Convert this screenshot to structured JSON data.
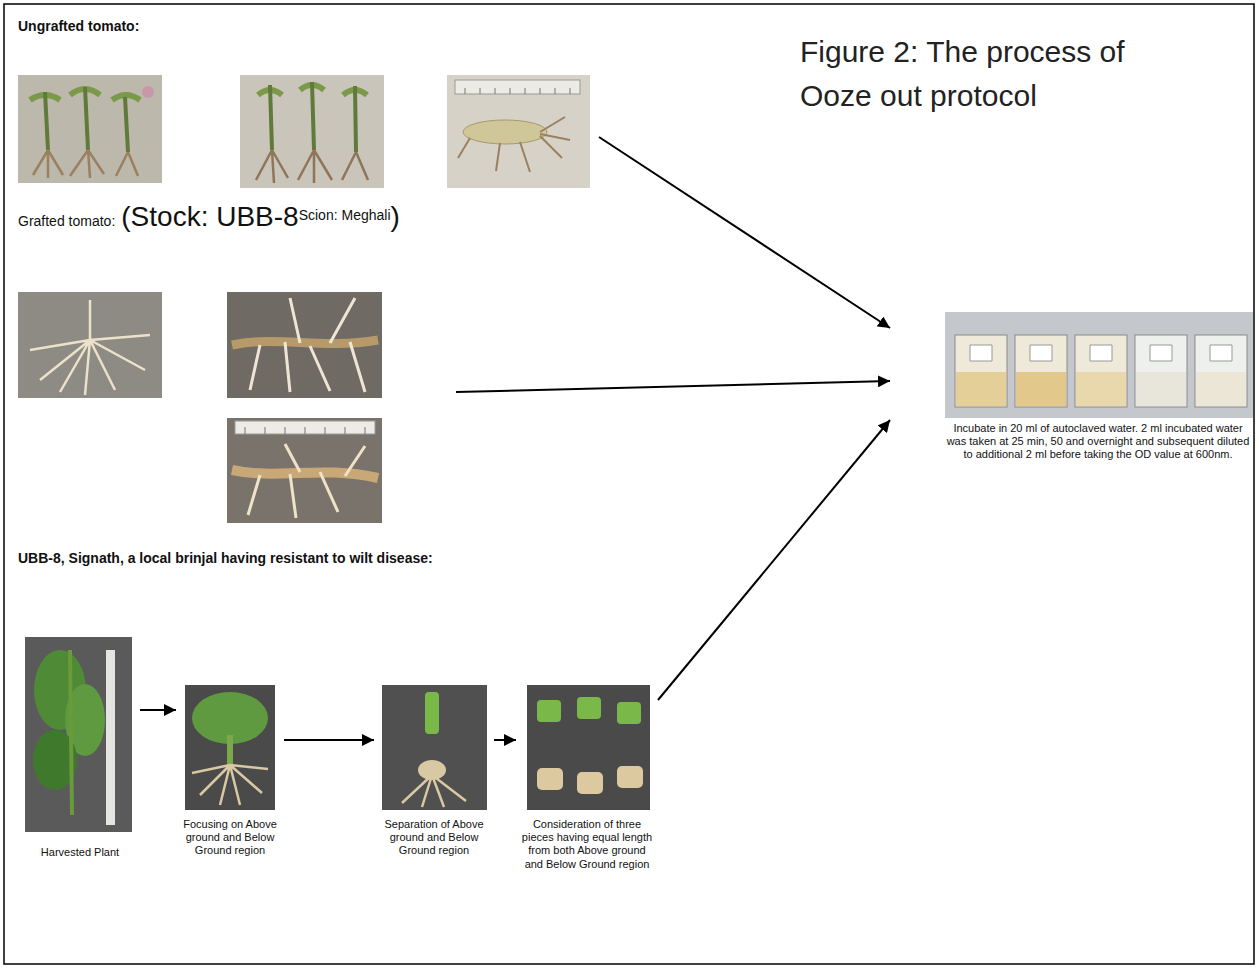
{
  "diagram": {
    "title": "Figure 2: The process of Ooze out protocol",
    "nodes": [
      {
        "text": [
          "Ungrafted tomato:"
        ]
      },
      {
        "text": [
          "Grafted tomato:",
          "(Stock: UBB-8",
          "Scion: Meghali",
          ")"
        ]
      },
      {
        "text": [
          "Incubate in 20 ml of autoclaved water. 2 ml incubated water was taken at 25 min, 50 and overnight and subsequent diluted to additional 2 ml before taking the OD value at 600nm."
        ]
      },
      {
        "text": [
          "UBB-8, Signath, a local brinjal having resistant to wilt disease:"
        ]
      },
      {
        "text": [
          "Harvested Plant"
        ],
        "in": 3
      },
      {
        "text": [
          "Focusing on Above ground and Below Ground region"
        ],
        "in": 3
      },
      {
        "text": [
          "Separation of Above ground and Below Ground region"
        ],
        "in": 3
      },
      {
        "text": [
          "Consideration of three pieces having equal length from both Above ground and Below Ground region"
        ],
        "in": 3
      }
    ],
    "edges": [
      {
        "from": 0,
        "to": 2,
        "arrow": "to"
      },
      {
        "from": 1,
        "to": 2,
        "arrow": "to"
      },
      {
        "from": 4,
        "to": 5,
        "arrow": "to"
      },
      {
        "from": 5,
        "to": 6,
        "arrow": "to"
      },
      {
        "from": 6,
        "to": 7,
        "arrow": "to"
      },
      {
        "from": 7,
        "to": 2,
        "arrow": "to"
      }
    ]
  }
}
